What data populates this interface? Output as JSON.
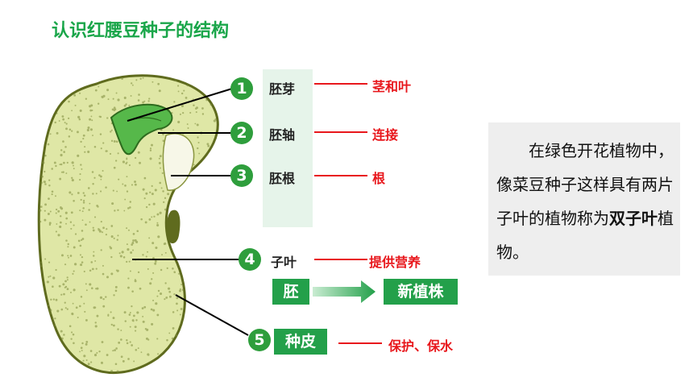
{
  "title": "认识红腰豆种子的结构",
  "parts": [
    {
      "num": "1",
      "name": "胚芽",
      "function": "茎和叶"
    },
    {
      "num": "2",
      "name": "胚轴",
      "function": "连接"
    },
    {
      "num": "3",
      "name": "胚根",
      "function": "根"
    },
    {
      "num": "4",
      "name": "子叶",
      "function": "提供营养"
    },
    {
      "num": "5",
      "name": "种皮",
      "function": "保护、保水"
    }
  ],
  "embryo": {
    "from": "胚",
    "to": "新植株"
  },
  "info": {
    "before": "在绿色开花植物中，像菜豆种子这样具有两片子叶的植物称为",
    "bold": "双子叶",
    "after": "植物。"
  },
  "colors": {
    "green": "#23a04a",
    "red": "#e8171c",
    "title": "#1aa64a",
    "seed": "#dfe7a6"
  }
}
